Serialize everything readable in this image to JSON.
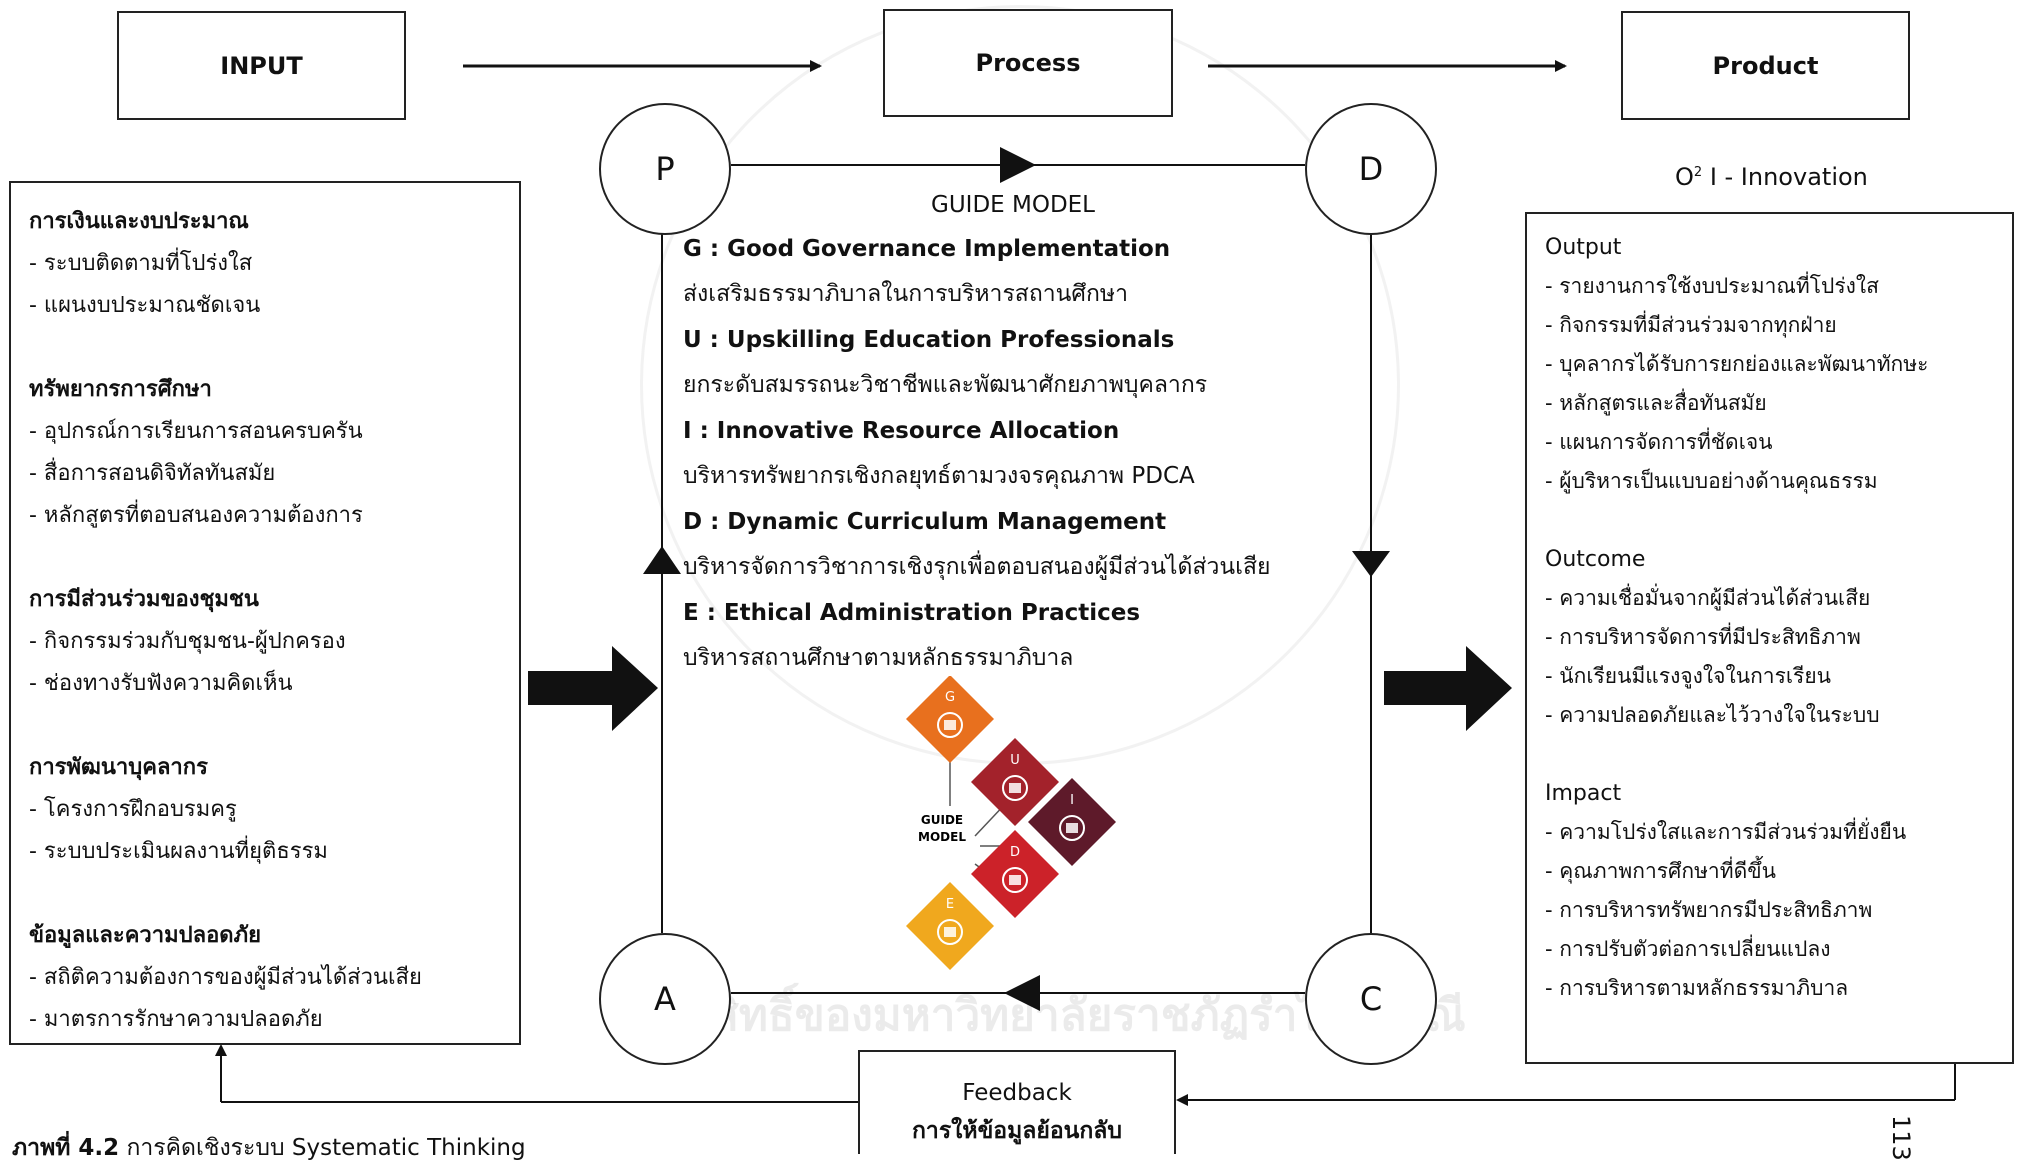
{
  "headers": {
    "input": "INPUT",
    "process": "Process",
    "product": "Product"
  },
  "pdca": {
    "p": "P",
    "d": "D",
    "c": "C",
    "a": "A"
  },
  "input_sections": [
    {
      "title": "การเงินและงบประมาณ",
      "items": [
        "- ระบบติดตามที่โปร่งใส",
        "- แผนงบประมาณชัดเจน"
      ]
    },
    {
      "title": "ทรัพยากรการศึกษา",
      "items": [
        "- อุปกรณ์การเรียนการสอนครบครัน",
        "- สื่อการสอนดิจิทัลทันสมัย",
        "- หลักสูตรที่ตอบสนองความต้องการ"
      ]
    },
    {
      "title": "การมีส่วนร่วมของชุมชน",
      "items": [
        "- กิจกรรมร่วมกับชุมชน-ผู้ปกครอง",
        "- ช่องทางรับฟังความคิดเห็น"
      ]
    },
    {
      "title": "การพัฒนาบุคลากร",
      "items": [
        "- โครงการฝึกอบรมครู",
        "- ระบบประเมินผลงานที่ยุติธรรม"
      ]
    },
    {
      "title": "ข้อมูลและความปลอดภัย",
      "items": [
        "- สถิติความต้องการของผู้มีส่วนได้ส่วนเสีย",
        "- มาตรการรักษาความปลอดภัย"
      ]
    }
  ],
  "process": {
    "title": "GUIDE MODEL",
    "lines": [
      {
        "en": "G : Good Governance Implementation",
        "th": "ส่งเสริมธรรมาภิบาลในการบริหารสถานศึกษา"
      },
      {
        "en": "U : Upskilling Education Professionals",
        "th": "ยกระดับสมรรถนะวิชาชีพและพัฒนาศักยภาพบุคลากร"
      },
      {
        "en": "I : Innovative Resource Allocation",
        "th": "บริหารทรัพยากรเชิงกลยุทธ์ตามวงจรคุณภาพ PDCA"
      },
      {
        "en": "D : Dynamic Curriculum Management",
        "th": "บริหารจัดการวิชาการเชิงรุกเพื่อตอบสนองผู้มีส่วนได้ส่วนเสีย"
      },
      {
        "en": "E : Ethical Administration Practices",
        "th": "บริหารสถานศึกษาตามหลักธรรมาภิบาล"
      }
    ],
    "diagram": {
      "center_line1": "GUIDE",
      "center_line2": "MODEL",
      "tiles": [
        {
          "letter": "G",
          "color": "#E8701E",
          "icon": "police-officer-icon"
        },
        {
          "letter": "U",
          "color": "#A3222B",
          "icon": "lightbulb-gear-icon"
        },
        {
          "letter": "I",
          "color": "#5E1A2A",
          "icon": "network-people-icon"
        },
        {
          "letter": "D",
          "color": "#CC2229",
          "icon": "books-star-icon"
        },
        {
          "letter": "E",
          "color": "#F0A81E",
          "icon": "scales-icon"
        }
      ]
    }
  },
  "product": {
    "subtitle_base": "O",
    "subtitle_sup": "2",
    "subtitle_rest": "I - Innovation",
    "sections": [
      {
        "title": "Output",
        "items": [
          "- รายงานการใช้งบประมาณที่โปร่งใส",
          "- กิจกรรมที่มีส่วนร่วมจากทุกฝ่าย",
          "- บุคลากรได้รับการยกย่องและพัฒนาทักษะ",
          "- หลักสูตรและสื่อทันสมัย",
          "- แผนการจัดการที่ชัดเจน",
          "- ผู้บริหารเป็นแบบอย่างด้านคุณธรรม"
        ]
      },
      {
        "title": "Outcome",
        "items": [
          "- ความเชื่อมั่นจากผู้มีส่วนได้ส่วนเสีย",
          "- การบริหารจัดการที่มีประสิทธิภาพ",
          "- นักเรียนมีแรงจูงใจในการเรียน",
          "- ความปลอดภัยและไว้วางใจในระบบ"
        ]
      },
      {
        "title": "Impact",
        "items": [
          "- ความโปร่งใสและการมีส่วนร่วมที่ยั่งยืน",
          "- คุณภาพการศึกษาที่ดีขึ้น",
          "- การบริหารทรัพยากรมีประสิทธิภาพ",
          "- การปรับตัวต่อการเปลี่ยนแปลง",
          "- การบริหารตามหลักธรรมาภิบาล"
        ]
      }
    ]
  },
  "feedback": {
    "line1": "Feedback",
    "line2": "การให้ข้อมูลย้อนกลับ"
  },
  "caption": {
    "label": "ภาพที่ 4.2",
    "text": " การคิดเชิงระบบ Systematic Thinking"
  },
  "page_number": "113",
  "watermark_text": "ลิขสิทธิ์ของมหาวิทยาลัยราชภัฏรำไพพรรณี"
}
